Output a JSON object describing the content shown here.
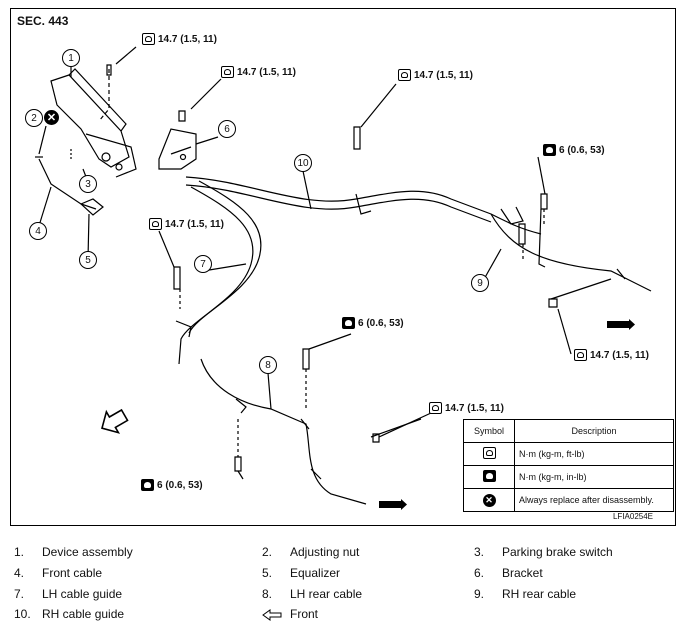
{
  "section": "SEC. 443",
  "figure_id": "LFIA0254E",
  "torques": {
    "t_top": "14.7 (1.5, 11)",
    "t_bracket": "14.7 (1.5, 11)",
    "t_rh_guide_bolt": "14.7 (1.5, 11)",
    "t_lh_guide_bolt": "14.7 (1.5, 11)",
    "t_rh_mid": "6 (0.6, 53)",
    "t_rh_rear": "14.7 (1.5, 11)",
    "t_lh_mid": "6 (0.6, 53)",
    "t_lh_lower": "6 (0.6, 53)",
    "t_lh_rear": "14.7 (1.5, 11)"
  },
  "callouts": {
    "c1": "1",
    "c2": "2",
    "c3": "3",
    "c4": "4",
    "c5": "5",
    "c6": "6",
    "c7": "7",
    "c8": "8",
    "c9": "9",
    "c10": "10"
  },
  "symbol_table": {
    "header_symbol": "Symbol",
    "header_description": "Description",
    "rows": [
      {
        "icon": "torque-ft-lb-icon",
        "description": "N·m (kg-m, ft-lb)"
      },
      {
        "icon": "torque-in-lb-icon",
        "description": "N·m (kg-m, in-lb)"
      },
      {
        "icon": "replace-icon",
        "description": "Always replace after disassembly."
      }
    ]
  },
  "legend": [
    {
      "num": "1.",
      "label": "Device assembly"
    },
    {
      "num": "2.",
      "label": "Adjusting nut"
    },
    {
      "num": "3.",
      "label": "Parking brake switch"
    },
    {
      "num": "4.",
      "label": "Front cable"
    },
    {
      "num": "5.",
      "label": "Equalizer"
    },
    {
      "num": "6.",
      "label": "Bracket"
    },
    {
      "num": "7.",
      "label": "LH cable guide"
    },
    {
      "num": "8.",
      "label": "LH rear cable"
    },
    {
      "num": "9.",
      "label": "RH rear cable"
    },
    {
      "num": "10.",
      "label": "RH cable guide"
    },
    {
      "num": "",
      "label": "Front"
    }
  ],
  "replace_glyph": "✕",
  "colors": {
    "line": "#000000",
    "background": "#ffffff"
  }
}
